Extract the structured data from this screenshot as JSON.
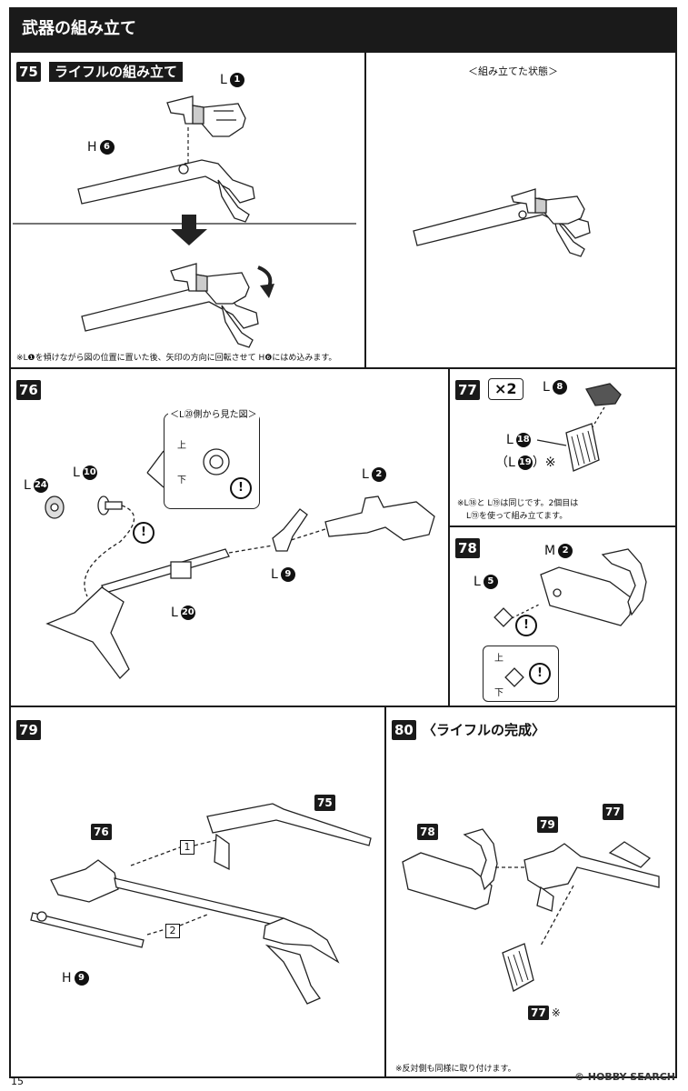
{
  "header": {
    "title": "武器の組み立て"
  },
  "steps": {
    "s75": {
      "number": "75",
      "title": "ライフルの組み立て",
      "part_l": "L",
      "part_l_num": "1",
      "part_h": "H",
      "part_h_num": "6",
      "note": "※L❶を傾けながら図の位置に置いた後、矢印の方向に回転させて H❻にはめ込みます。"
    },
    "s75b": {
      "caption": "＜組み立てた状態＞"
    },
    "s76": {
      "number": "76",
      "inset_title": "＜L⑳側から見た図＞",
      "inset_top": "上",
      "inset_bottom": "下",
      "l24": "L",
      "l24_num": "24",
      "l10": "L",
      "l10_num": "10",
      "l2": "L",
      "l2_num": "2",
      "l9": "L",
      "l9_num": "9",
      "l20": "L",
      "l20_num": "20"
    },
    "s77": {
      "number": "77",
      "multiplier": "×2",
      "l8": "L",
      "l8_num": "8",
      "l18": "L",
      "l18_num": "18",
      "l19_open": "（L",
      "l19_num": "19",
      "l19_close": "）※",
      "note_line1": "※L⑱と L⑲は同じです。2個目は",
      "note_line2": "L⑲を使って組み立てます。"
    },
    "s78": {
      "number": "78",
      "m2": "M",
      "m2_num": "2",
      "l5": "L",
      "l5_num": "5",
      "inset_top": "上",
      "inset_bottom": "下"
    },
    "s79": {
      "number": "79",
      "ref_75": "75",
      "ref_76": "76",
      "arrow1": "1",
      "arrow2": "2",
      "h9": "H",
      "h9_num": "9"
    },
    "s80": {
      "number": "80",
      "title": "〈ライフルの完成〉",
      "ref_78": "78",
      "ref_79": "79",
      "ref_77a": "77",
      "ref_77b": "77",
      "ref_77b_mark": "※",
      "note": "※反対側も同様に取り付けます。"
    }
  },
  "footer": {
    "page_number": "15",
    "watermark": "© HOBBY SEARCH"
  },
  "icons": {
    "warning": "!",
    "down_arrow": "down-arrow-icon",
    "rotate_arrow": "rotate-arrow-icon"
  }
}
